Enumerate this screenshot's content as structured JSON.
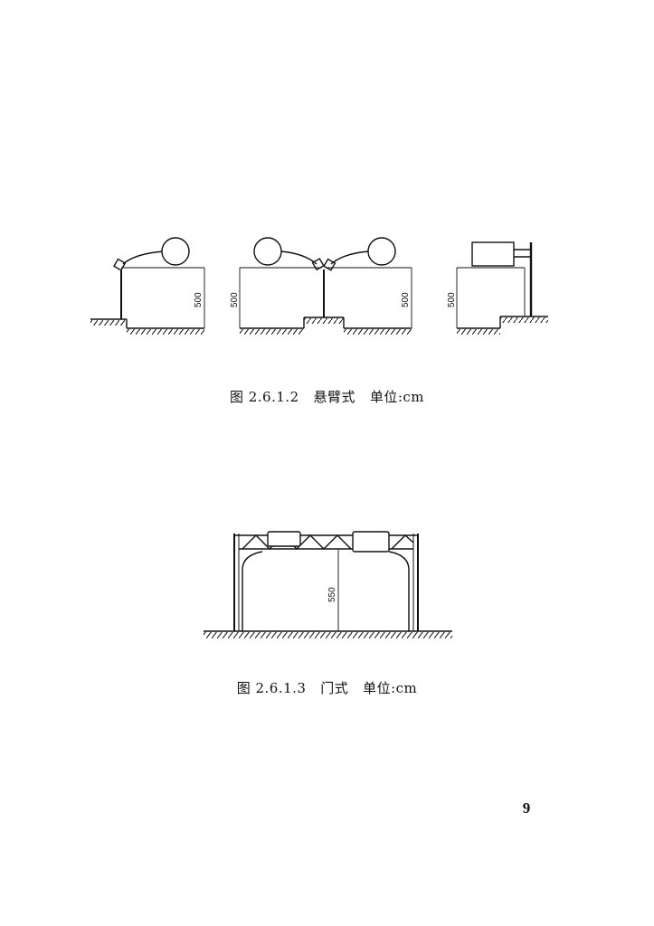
{
  "figures": [
    {
      "caption": "图 2.6.1.2   悬臂式   单位:cm",
      "dimensions": [
        "500",
        "500",
        "500",
        "500"
      ]
    },
    {
      "caption": "图 2.6.1.3   门式   单位:cm",
      "dimensions": [
        "550"
      ]
    }
  ],
  "page_number": "9"
}
